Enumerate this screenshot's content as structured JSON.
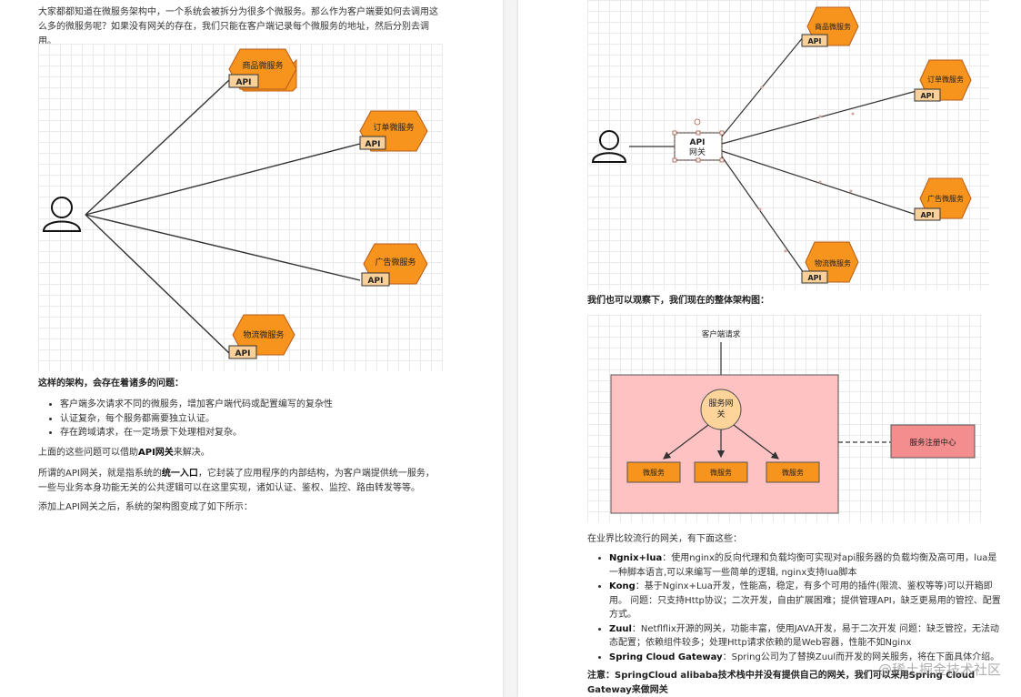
{
  "left": {
    "intro": "大家都都知道在微服务架构中，一个系统会被拆分为很多个微服务。那么作为客户端要如何去调用这么多的微服务呢？如果没有网关的存在，我们只能在客户端记录每个微服务的地址，然后分别去调用。",
    "diagram": {
      "api_label": "API",
      "services": [
        "商品微服务",
        "订单微服务",
        "广告微服务",
        "物流微服务"
      ]
    },
    "problems_heading": "这样的架构，会存在着诸多的问题：",
    "problems": [
      "客户端多次请求不同的微服务，增加客户端代码或配置编写的复杂性",
      "认证复杂，每个服务都需要独立认证。",
      "存在跨域请求，在一定场景下处理相对复杂。"
    ],
    "solve": {
      "before": "上面的这些问题可以借助",
      "bold": "API网关",
      "after": "来解决。"
    },
    "gateway_def": {
      "before": "所谓的API网关，就是指系统的",
      "bold": "统一入口",
      "after": "，它封装了应用程序的内部结构，为客户端提供统一服务，一些与业务本身功能无关的公共逻辑可以在这里实现，诸如认证、鉴权、监控、路由转发等等。"
    },
    "after_text": "添加上API网关之后，系统的架构图变成了如下所示："
  },
  "right": {
    "diagram1": {
      "gateway_line1": "API",
      "gateway_line2": "网关",
      "api_label": "API",
      "services": [
        "商品微服务",
        "订单微服务",
        "广告微服务",
        "物流微服务"
      ]
    },
    "overall_heading": "我们也可以观察下，我们现在的整体架构图：",
    "diagram2": {
      "client_request": "客户端请求",
      "gateway_line1": "服务网",
      "gateway_line2": "关",
      "microservice": "微服务",
      "registry": "服务注册中心"
    },
    "popular_intro": "在业界比较流行的网关，有下面这些：",
    "gateways": [
      {
        "name": "Ngnix+lua",
        "desc": "：使用nginx的反向代理和负载均衡可实现对api服务器的负载均衡及高可用，lua是一种脚本语言,可以来编写一些简单的逻辑, nginx支持lua脚本"
      },
      {
        "name": "Kong",
        "desc": "：基于Nginx+Lua开发，性能高，稳定，有多个可用的插件(限流、鉴权等等)可以开箱即用。 问题：只支持Http协议；二次开发，自由扩展困难；提供管理API，缺乏更易用的管控、配置方式。"
      },
      {
        "name": "Zuul",
        "desc": "：Netflflix开源的网关，功能丰富，使用JAVA开发，易于二次开发 问题：缺乏管控，无法动态配置；依赖组件较多；处理Http请求依赖的是Web容器，性能不如Nginx"
      },
      {
        "name": "Spring Cloud Gateway",
        "desc": "：Spring公司为了替换Zuul而开发的网关服务，将在下面具体介绍。"
      }
    ],
    "note": "注意：SpringCloud alibaba技术栈中并没有提供自己的网关，我们可以采用Spring Cloud Gateway来做网关",
    "watermark": "@稀土掘金技术社区"
  },
  "colors": {
    "hexagon": "#f7941d",
    "hexagon_border": "#c0621a",
    "api_box": "#f9cf9a",
    "pink_bg": "#ffc2c2",
    "registry": "#f48d8d",
    "gateway_circle": "#ffd49b",
    "line": "#333333"
  }
}
